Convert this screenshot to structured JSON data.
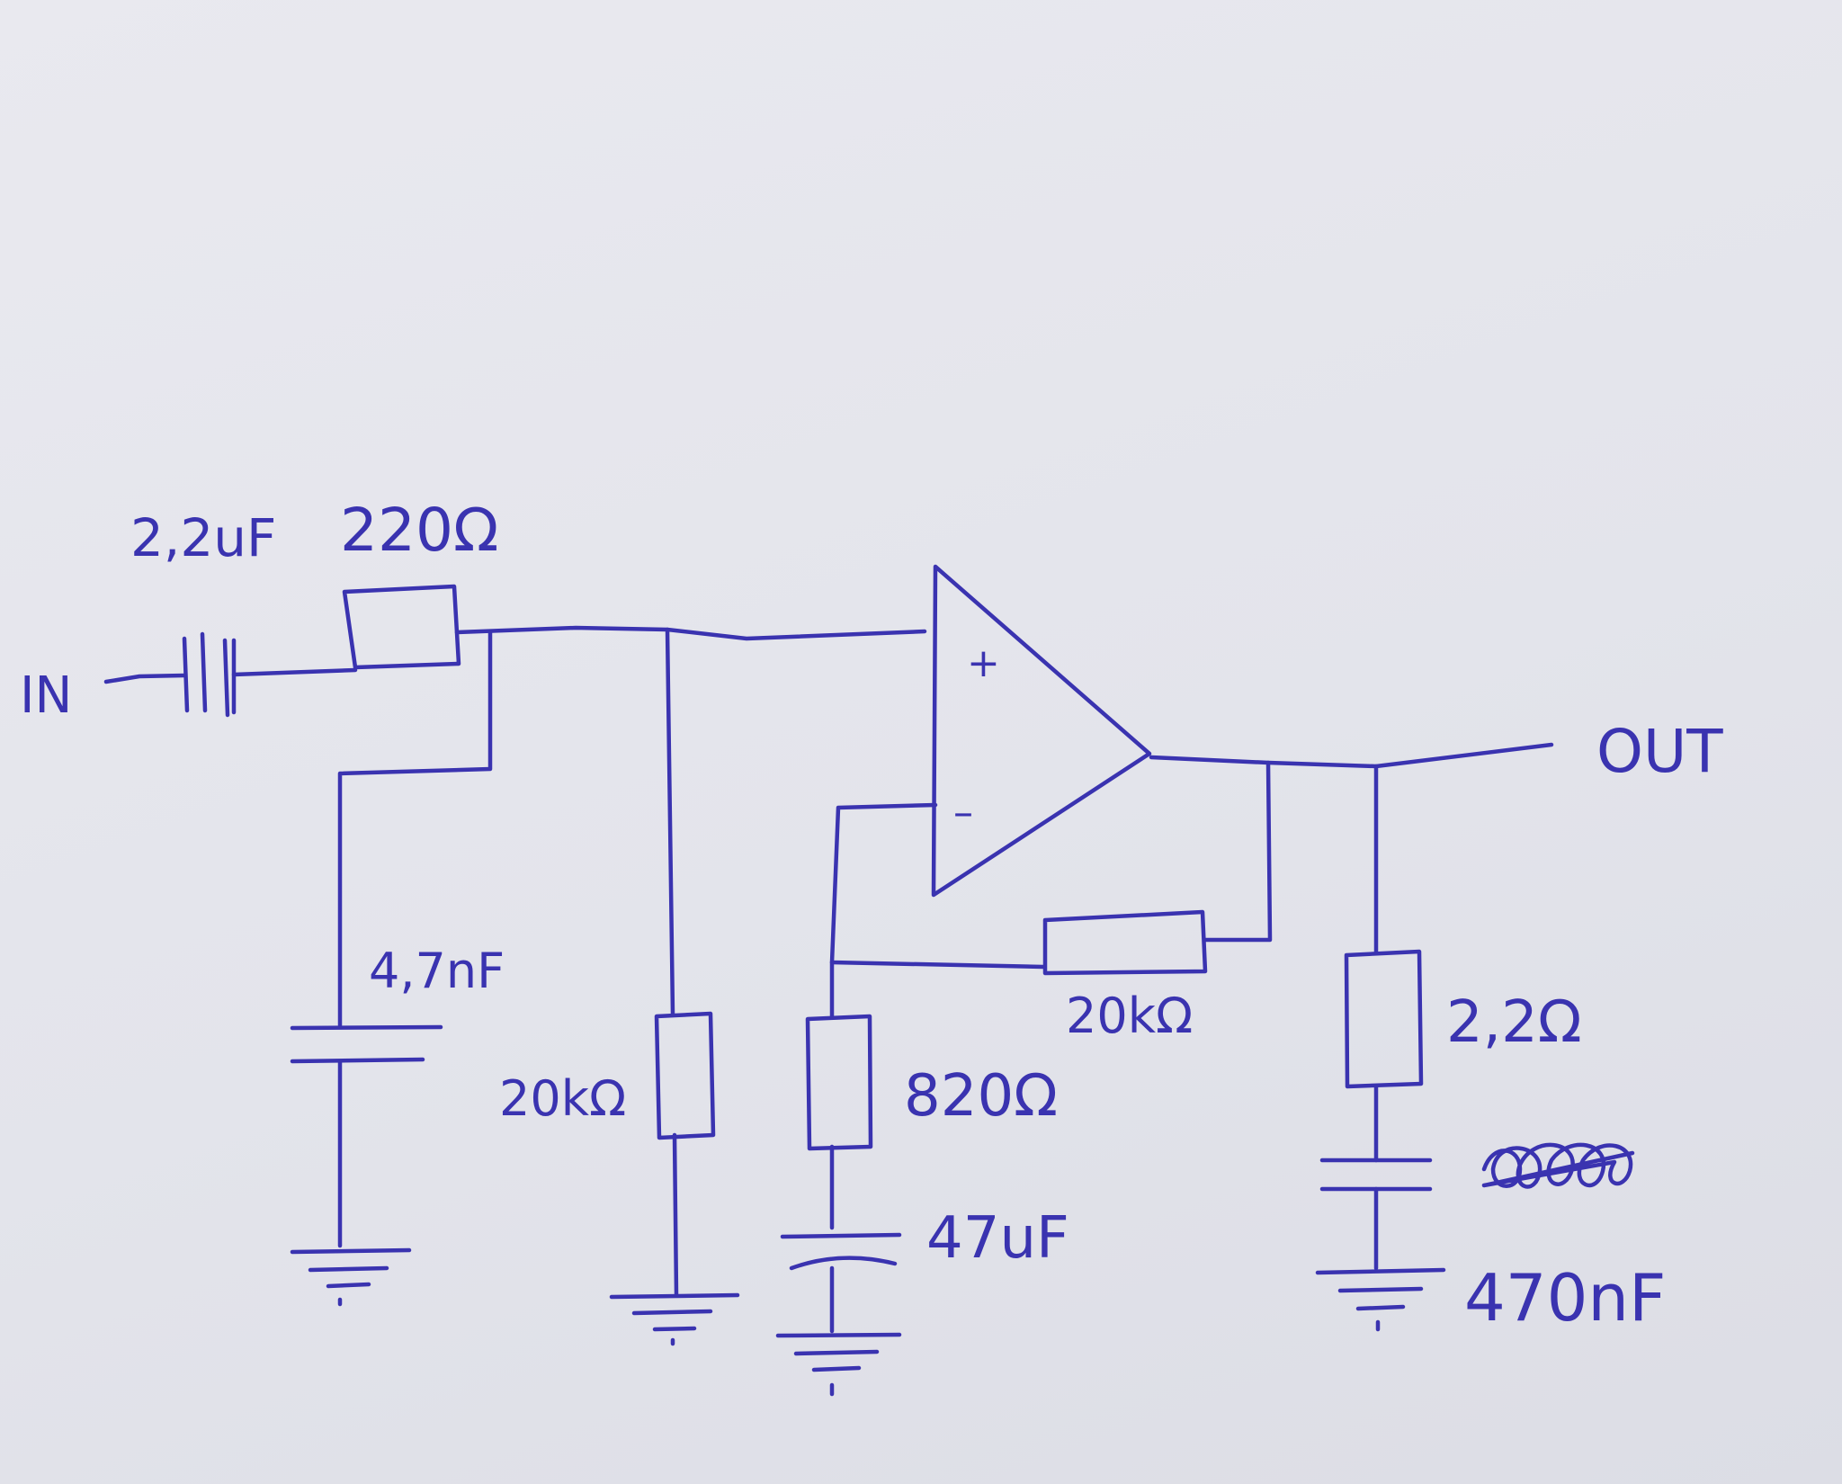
{
  "diagram": {
    "ink_color": "#3a33b0",
    "paper_color": "#e6e6ed",
    "labels": {
      "input": "IN",
      "output": "OUT",
      "c_in": "2,2uF",
      "r_in": "220Ω",
      "c_shunt": "4,7nF",
      "r_bias": "20kΩ",
      "r_feedback": "20kΩ",
      "r_gain": "820Ω",
      "c_gain": "47uF",
      "r_zobel": "2,2Ω",
      "c_zobel": "470nF",
      "opamp_plus": "+",
      "opamp_minus": "–"
    }
  }
}
